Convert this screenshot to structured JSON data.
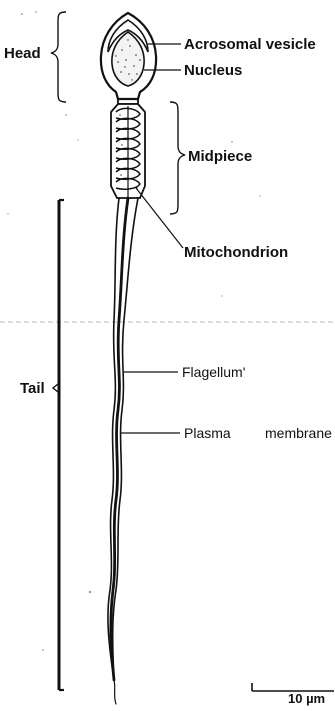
{
  "labels": {
    "head": "Head",
    "acrosomal_vesicle": "Acrosomal vesicle",
    "nucleus": "Nucleus",
    "midpiece": "Midpiece",
    "mitochondrion": "Mitochondrion",
    "tail": "Tail",
    "flagellum": "Flagellum'",
    "plasma": "Plasma",
    "membrane": "membrane",
    "scale": "10 µm"
  },
  "colors": {
    "ink": "#111111",
    "background": "#ffffff"
  }
}
